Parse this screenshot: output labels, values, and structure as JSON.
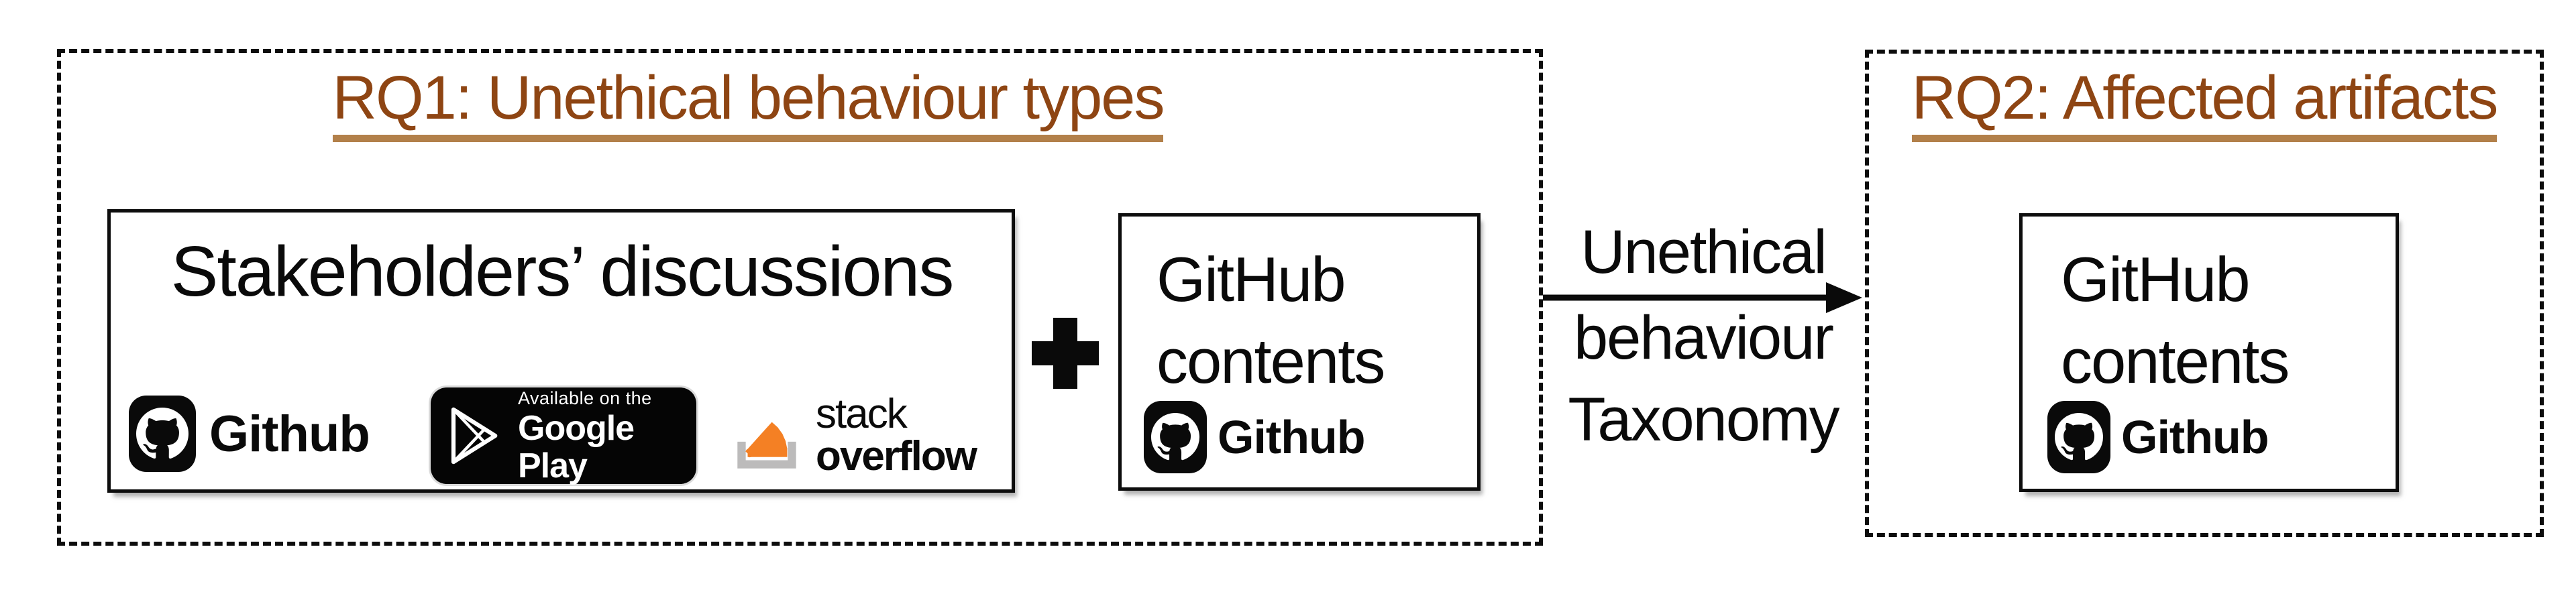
{
  "colors": {
    "title": "#8e4513",
    "title-underline": "#b2804a",
    "ink": "#0a0a0a",
    "stackoverflow-orange": "#f48024",
    "stackoverflow-gray": "#bcbbbb",
    "badge-black": "#050505",
    "badge-text": "#ffffff"
  },
  "rq1": {
    "title": "RQ1: Unethical behaviour types",
    "stakeholders_box": {
      "label": "Stakeholders’ discussions",
      "github_logo_label": "Github",
      "google_play_badge": {
        "line1": "Available on the",
        "line2": "Google Play"
      },
      "stackoverflow_logo": {
        "line1": "stack",
        "line2": "overflow"
      }
    },
    "plus_sign": "+",
    "github_contents_box": {
      "line1": "GitHub",
      "line2": "contents",
      "github_logo_label": "Github"
    }
  },
  "arrow": {
    "label_line1": "Unethical",
    "label_line2": "behaviour",
    "label_line3": "Taxonomy"
  },
  "rq2": {
    "title": "RQ2: Affected artifacts",
    "github_contents_box": {
      "line1": "GitHub",
      "line2": "contents",
      "github_logo_label": "Github"
    }
  }
}
